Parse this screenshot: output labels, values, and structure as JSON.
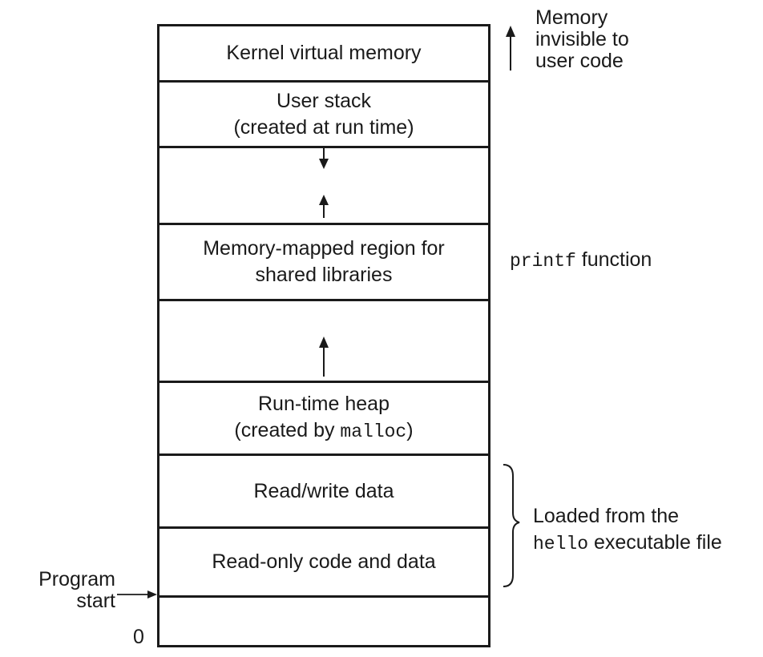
{
  "regions": {
    "kernel": {
      "label": "Kernel virtual memory"
    },
    "user_stack": {
      "line1": "User stack",
      "line2": "(created at run time)"
    },
    "shared_libs": {
      "line1": "Memory-mapped region for",
      "line2": "shared libraries"
    },
    "heap": {
      "line1": "Run-time heap",
      "line2_prefix": "(created by ",
      "line2_code": "malloc",
      "line2_suffix": ")"
    },
    "rw_data": {
      "label": "Read/write data"
    },
    "ro_code": {
      "label": "Read-only code and data"
    }
  },
  "annotations": {
    "kernel_note": {
      "line1": "Memory",
      "line2": "invisible to",
      "line3": "user code"
    },
    "printf_note": {
      "code": "printf",
      "text": " function"
    },
    "loaded_note": {
      "line1": "Loaded from the",
      "line2_code": "hello",
      "line2_text": " executable file"
    },
    "program_start": {
      "line1": "Program",
      "line2": "start"
    },
    "zero_address": "0"
  },
  "colors": {
    "ink": "#1a1a1a",
    "background": "#ffffff"
  },
  "icons": [
    "up-arrow-icon",
    "down-arrow-icon",
    "curly-brace-icon"
  ]
}
